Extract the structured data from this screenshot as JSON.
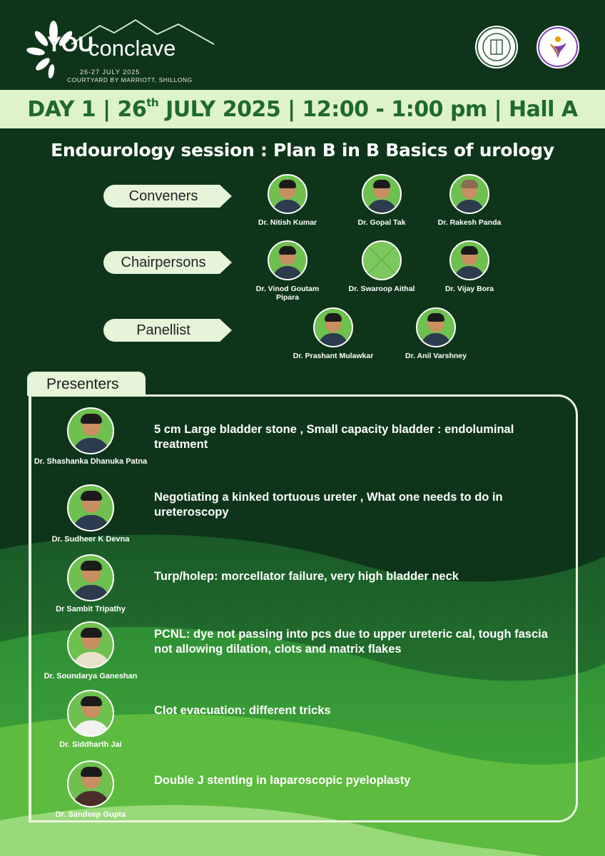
{
  "header": {
    "logo_you": "YOU",
    "logo_conclave": "conclave",
    "logo_dates": "26-27 JULY 2025",
    "logo_venue": "COURTYARD BY MARRIOTT, SHILLONG"
  },
  "daybar": {
    "day": "DAY 1 | 26",
    "sup": "th",
    "rest": " JULY 2025 | 12:00 - 1:00 pm | Hall A"
  },
  "session_title": "Endourology session : Plan B in B Basics of urology",
  "roles": {
    "conveners": {
      "label": "Conveners",
      "people": [
        "Dr. Nitish Kumar",
        "Dr. Gopal Tak",
        "Dr. Rakesh Panda"
      ]
    },
    "chairpersons": {
      "label": "Chairpersons",
      "people": [
        "Dr. Vinod Goutam Pipara",
        "Dr. Swaroop Aithal",
        "Dr. Vijay Bora"
      ]
    },
    "panellist": {
      "label": "Panellist",
      "people": [
        "Dr. Prashant Mulawkar",
        "Dr. Anil Varshney"
      ]
    }
  },
  "presenters": {
    "label": "Presenters",
    "items": [
      {
        "name": "Dr. Shashanka Dhanuka Patna",
        "topic": "5 cm Large bladder stone , Small capacity bladder : endoluminal treatment"
      },
      {
        "name": "Dr. Sudheer K Devna",
        "topic": "Negotiating a kinked tortuous ureter , What one needs to do in ureteroscopy"
      },
      {
        "name": "Dr Sambit Tripathy",
        "topic": "Turp/holep: morcellator failure, very high bladder neck"
      },
      {
        "name": "Dr. Soundarya Ganeshan",
        "topic": "PCNL: dye not passing into pcs due to upper ureteric cal, tough fascia not allowing dilation, clots and matrix flakes"
      },
      {
        "name": "Dr. Siddharth Jai",
        "topic": "Clot evacuation: different tricks"
      },
      {
        "name": "Dr. Sandeep Gupta",
        "topic": "Double J stenting in laparoscopic pyeloplasty"
      }
    ]
  },
  "colors": {
    "background_dark": "#0f3a1c",
    "day_bar": "#dff3c9",
    "day_text": "#1f6a2a",
    "avatar_green": "#6ec04f",
    "wave_light": "#8fd36c"
  }
}
